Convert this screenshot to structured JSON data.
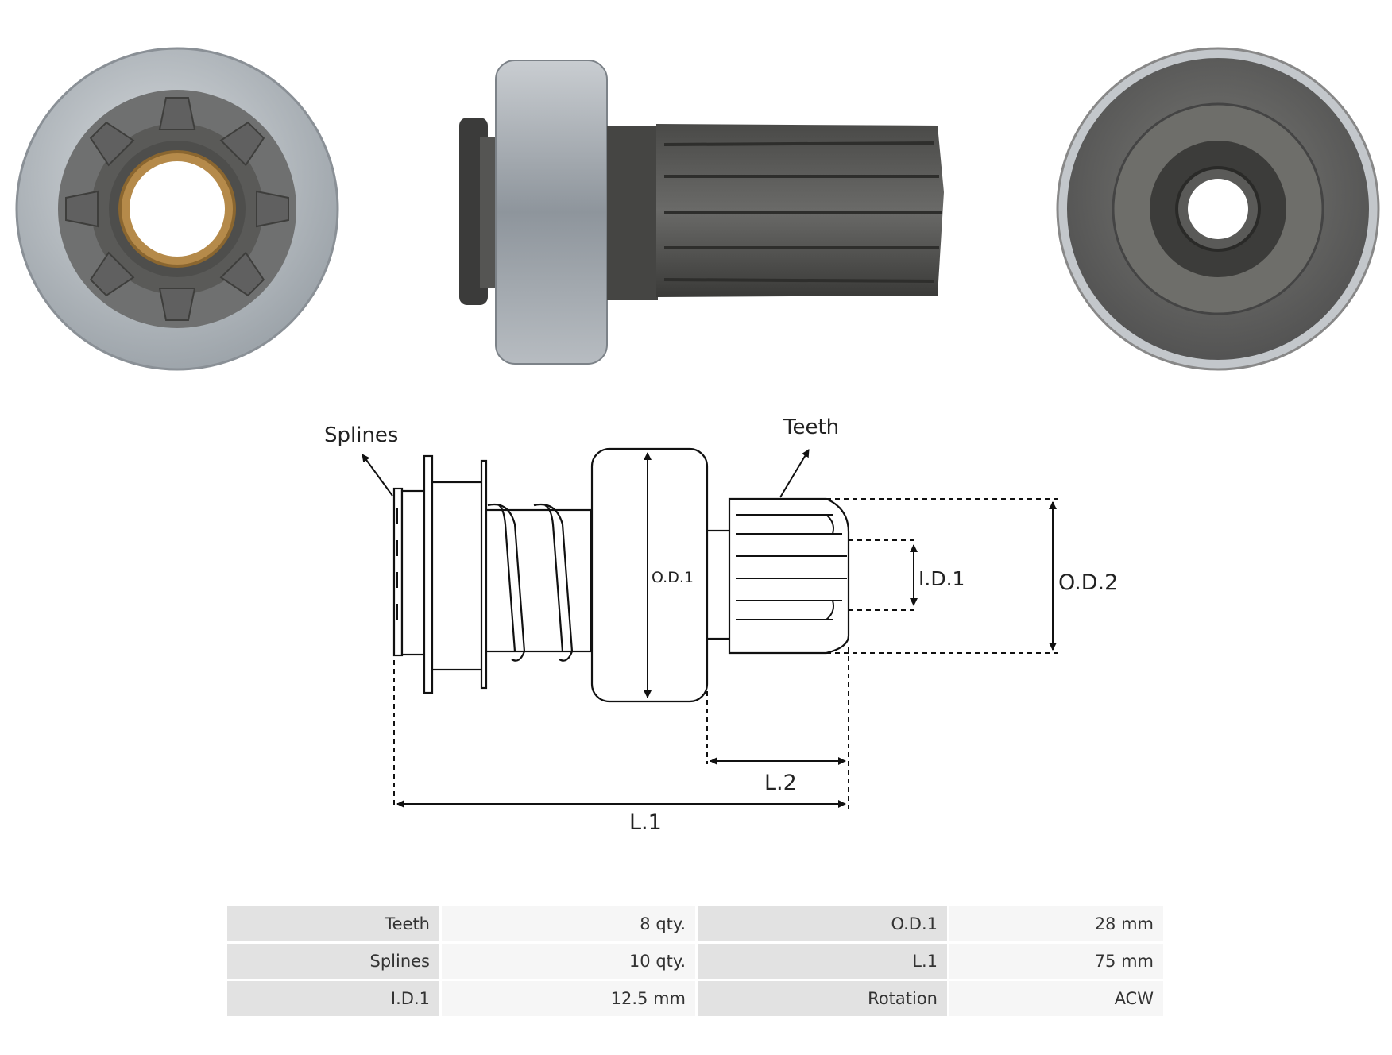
{
  "diagram": {
    "labels": {
      "splines": "Splines",
      "teeth": "Teeth",
      "od1": "O.D.1",
      "id1": "I.D.1",
      "od2": "O.D.2",
      "l2": "L.2",
      "l1": "L.1"
    }
  },
  "specs": [
    {
      "label1": "Teeth",
      "value1": "8 qty.",
      "label2": "O.D.1",
      "value2": "28 mm"
    },
    {
      "label1": "Splines",
      "value1": "10 qty.",
      "label2": "L.1",
      "value2": "75 mm"
    },
    {
      "label1": "I.D.1",
      "value1": "12.5 mm",
      "label2": "Rotation",
      "value2": "ACW"
    }
  ],
  "colors": {
    "metal_light": "#b8bec4",
    "metal_dark": "#4a4a48",
    "brass": "#b58a4a",
    "table_label_bg": "#e2e2e2",
    "table_value_bg": "#f6f6f6"
  }
}
